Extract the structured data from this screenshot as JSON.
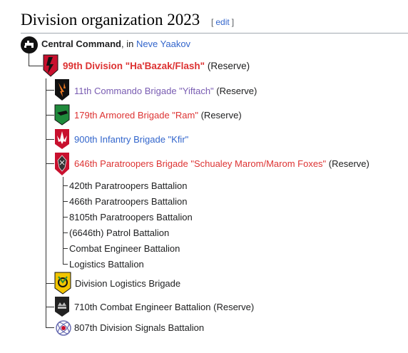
{
  "heading": {
    "title": "Division organization 2023",
    "edit_open": "[",
    "edit_label": "edit",
    "edit_close": "]"
  },
  "root": {
    "name": "Central Command",
    "sep": ", in ",
    "location": "Neve Yaakov"
  },
  "division": {
    "name": "99th Division \"Ha'Bazak/Flash\"",
    "suffix": " (Reserve)"
  },
  "units": [
    {
      "name": "11th Commando Brigade \"Yiftach\"",
      "suffix": " (Reserve)"
    },
    {
      "name": "179th Armored Brigade \"Ram\"",
      "suffix": " (Reserve)"
    },
    {
      "name": "900th Infantry Brigade \"Kfir\"",
      "suffix": ""
    },
    {
      "name": "646th Paratroopers Brigade \"Schualey Marom/Marom Foxes\"",
      "suffix": " (Reserve)"
    },
    {
      "name": "Division Logistics Brigade",
      "suffix": ""
    },
    {
      "name": "710th Combat Engineer Battalion",
      "suffix": " (Reserve)"
    },
    {
      "name": "807th Division Signals Battalion",
      "suffix": ""
    }
  ],
  "battalions": [
    "420th Paratroopers Battalion",
    "466th Paratroopers Battalion",
    "8105th Paratroopers Battalion",
    "(6646th) Patrol Battalion",
    "Combat Engineer Battalion",
    "Logistics Battalion"
  ],
  "colors": {
    "link": "#3366cc",
    "redlink": "#dd3333",
    "visited": "#795cb2",
    "text": "#202122"
  }
}
